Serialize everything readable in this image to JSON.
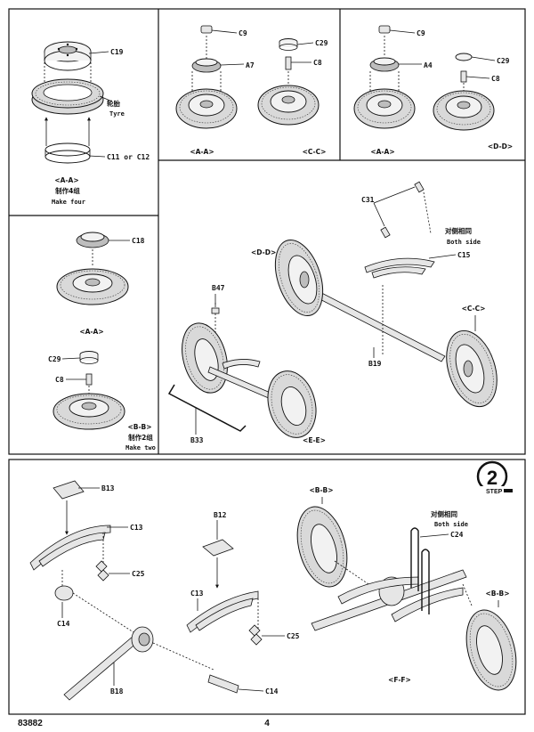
{
  "panel_aa": {
    "label_c19": "C19",
    "label_tyre_cn": "轮胎",
    "label_tyre_en": "Tyre",
    "label_c11": "C11  or  C12",
    "view": "<A-A>",
    "make_cn": "制作4组",
    "make_en": "Make four"
  },
  "panel_cc": {
    "label_c9": "C9",
    "label_a7": "A7",
    "label_c29": "C29",
    "label_c8": "C8",
    "view_left": "<A-A>",
    "view_right": "<C-C>"
  },
  "panel_dd": {
    "label_c9": "C9",
    "label_a4": "A4",
    "label_c29": "C29",
    "label_c8": "C8",
    "view_left": "<A-A>",
    "view_right": "<D-D>"
  },
  "panel_bb": {
    "label_c18": "C18",
    "view_aa": "<A-A>",
    "label_c29": "C29",
    "label_c8": "C8",
    "view_bb": "<B-B>",
    "make_cn": "制作2组",
    "make_en": "Make two"
  },
  "panel_ee": {
    "label_c31": "C31",
    "both_cn": "对侧相同",
    "both_en": "Both side",
    "label_c15": "C15",
    "view_dd": "<D-D>",
    "label_b47": "B47",
    "view_cc": "<C-C>",
    "label_b19": "B19",
    "label_b33": "B33",
    "view_ee": "<E-E>"
  },
  "step_section": {
    "step_number": "2",
    "step_word": "STEP",
    "label_b13": "B13",
    "label_c13_a": "C13",
    "label_c25_a": "C25",
    "label_c14_a": "C14",
    "label_b18": "B18",
    "label_b12": "B12",
    "label_c13_b": "C13",
    "label_c25_b": "C25",
    "label_c14_b": "C14",
    "view_bb_top": "<B-B>",
    "both_cn": "对侧相同",
    "both_en": "Both side",
    "label_c24": "C24",
    "view_bb_right": "<B-B>",
    "view_ff": "<F-F>"
  },
  "footer": {
    "kit_number": "83882",
    "page_number": "4"
  }
}
